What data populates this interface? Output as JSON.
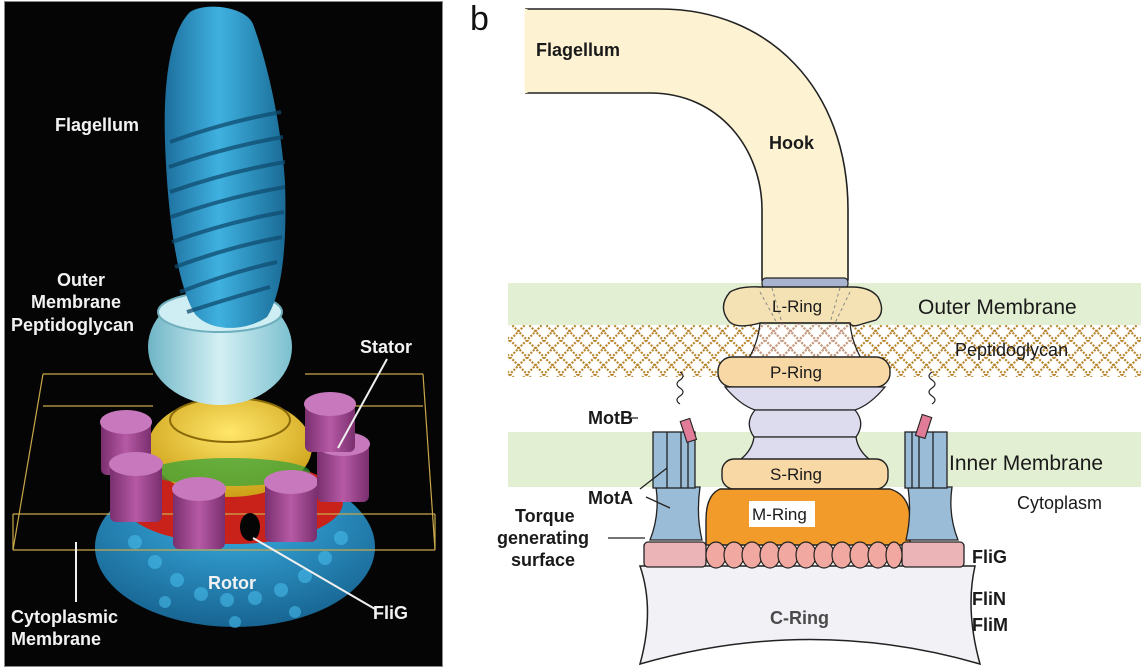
{
  "panel_a": {
    "labels": {
      "flagellum": "Flagellum",
      "outer": "Outer",
      "membrane": "Membrane",
      "peptidoglycan": "Peptidoglycan",
      "stator": "Stator",
      "rotor": "Rotor",
      "flig": "FliG",
      "cytoplasmic": "Cytoplasmic",
      "cyto_membrane": "Membrane"
    },
    "colors": {
      "background": "#050505",
      "flagellum": "#2e9bd0",
      "peptidoglycan_ring": "#a8dbe6",
      "yellow_ring": "#e8c21e",
      "stator": "#a04c92",
      "rotor": "#2c8fc4",
      "red": "#d42a1a",
      "box": "#c9a84a"
    }
  },
  "panel_b": {
    "panel_letter": "b",
    "labels": {
      "flagellum": "Flagellum",
      "hook": "Hook",
      "l_ring": "L-Ring",
      "p_ring": "P-Ring",
      "s_ring": "S-Ring",
      "m_ring": "M-Ring",
      "c_ring": "C-Ring",
      "outer_membrane": "Outer Membrane",
      "peptidoglycan": "Peptidoglycan",
      "inner_membrane": "Inner Membrane",
      "cytoplasm": "Cytoplasm",
      "motb": "MotB",
      "mota": "MotA",
      "torque1": "Torque",
      "torque2": "generating",
      "torque3": "surface",
      "flig": "FliG",
      "flin": "FliN",
      "flim": "FliM"
    },
    "colors": {
      "flagellum": "#fdf3d2",
      "membrane_band": "#e3efd2",
      "peptidoglycan": "#b8862e",
      "l_ring": "#f5e2b4",
      "p_ring": "#f8d9a6",
      "s_ring": "#f8d9a6",
      "rod": "#dcdcee",
      "m_ring": "#f29b2b",
      "flig": "#f0a8a8",
      "c_ring": "#f1f1f6",
      "mota": "#9bbcd6",
      "motb": "#e07b98",
      "collar": "#a8b3cf"
    }
  }
}
